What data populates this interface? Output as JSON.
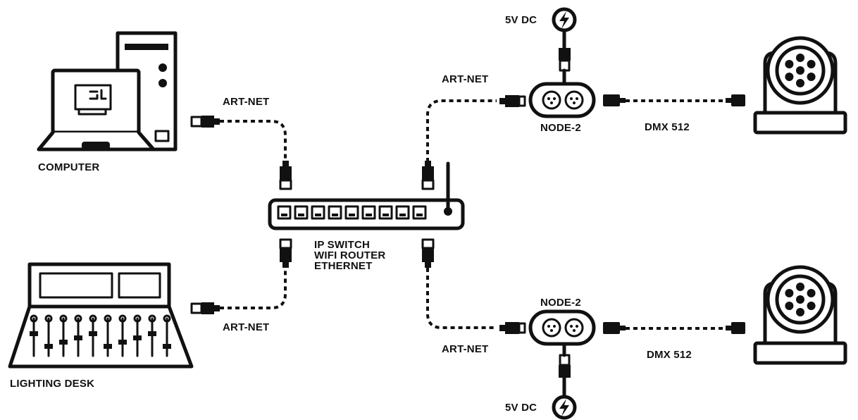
{
  "labels": {
    "computer": "COMPUTER",
    "lighting_desk": "LIGHTING DESK",
    "artnet_computer": "ART-NET",
    "artnet_desk": "ART-NET",
    "artnet_node_top": "ART-NET",
    "artnet_node_bottom": "ART-NET",
    "switch_line1": "IP SWITCH",
    "switch_line2": "WIFI ROUTER",
    "switch_line3": "ETHERNET",
    "node_top": "NODE-2",
    "node_bottom": "NODE-2",
    "dmx_top": "DMX 512",
    "dmx_bottom": "DMX 512",
    "power_top": "5V DC",
    "power_bottom": "5V DC"
  },
  "icons": [
    "computer-icon",
    "lighting-desk-icon",
    "switch-router-icon",
    "art-net-node-icon",
    "moving-head-light-icon",
    "power-bolt-icon",
    "rj45-connector-icon",
    "xlr-connector-icon",
    "usb-connector-icon"
  ],
  "colors": {
    "ink": "#111111",
    "background": "#ffffff"
  }
}
